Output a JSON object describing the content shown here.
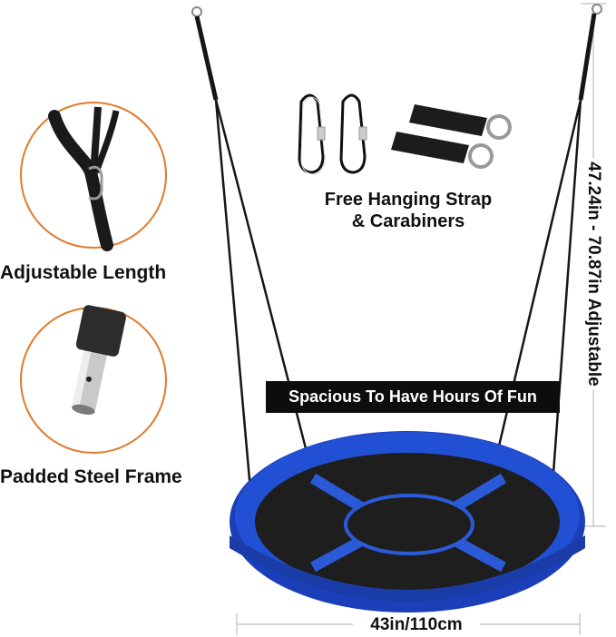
{
  "image": {
    "type": "product-feature-infographic",
    "product": "saucer tree swing"
  },
  "features": [
    {
      "label": "Adjustable Length",
      "icon": "rope-buckle-closeup"
    },
    {
      "label": "Padded Steel Frame",
      "icon": "padded-tube-closeup"
    }
  ],
  "accessories": {
    "caption_line1": "Free Hanging Strap",
    "caption_line2": "& Carabiners",
    "items": [
      "carabiner",
      "carabiner",
      "hanging-strap",
      "hanging-strap"
    ]
  },
  "banner": {
    "text": "Spacious To Have Hours Of Fun"
  },
  "dimensions": {
    "height": "47.24in - 70.87in Adjustable",
    "width": "43in/110cm"
  },
  "colors": {
    "circle_outline": "#e07a2c",
    "swing_blue": "#1c46c4",
    "mesh": "#1e1e1e",
    "banner_bg": "#0d0d0d",
    "text": "#111111"
  }
}
